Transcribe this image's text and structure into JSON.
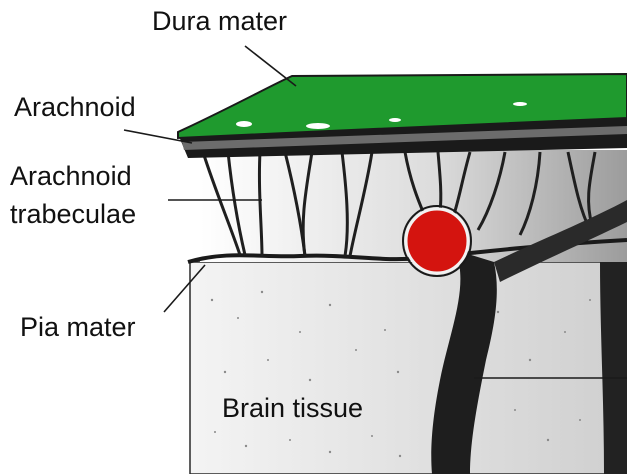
{
  "labels": {
    "dura_mater": "Dura mater",
    "arachnoid": "Arachnoid",
    "arachnoid_trabeculae_line1": "Arachnoid",
    "arachnoid_trabeculae_line2": "trabeculae",
    "pia_mater": "Pia mater",
    "brain_tissue": "Brain tissue"
  },
  "colors": {
    "dura": "#1f9a2e",
    "vessel": "#d4140f",
    "outline": "#1a1a1a",
    "brain_fill": "#e4e4e4"
  }
}
